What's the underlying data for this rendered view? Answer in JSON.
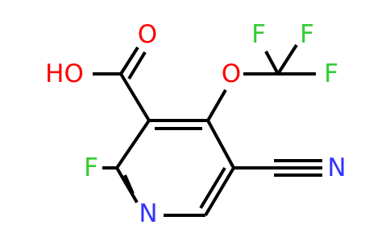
{
  "structure": {
    "atoms": [
      {
        "id": "O1",
        "symbol": "O",
        "color": "#ff0000"
      },
      {
        "id": "O2",
        "symbol": "HO",
        "color": "#ff0000"
      },
      {
        "id": "O3",
        "symbol": "O",
        "color": "#ff0000"
      },
      {
        "id": "F1",
        "symbol": "F",
        "color": "#33cc33"
      },
      {
        "id": "F2",
        "symbol": "F",
        "color": "#33cc33"
      },
      {
        "id": "F3",
        "symbol": "F",
        "color": "#33cc33"
      },
      {
        "id": "F4",
        "symbol": "F",
        "color": "#33cc33"
      },
      {
        "id": "N1",
        "symbol": "N",
        "color": "#3333ff"
      },
      {
        "id": "N2",
        "symbol": "N",
        "color": "#3333ff"
      }
    ]
  }
}
